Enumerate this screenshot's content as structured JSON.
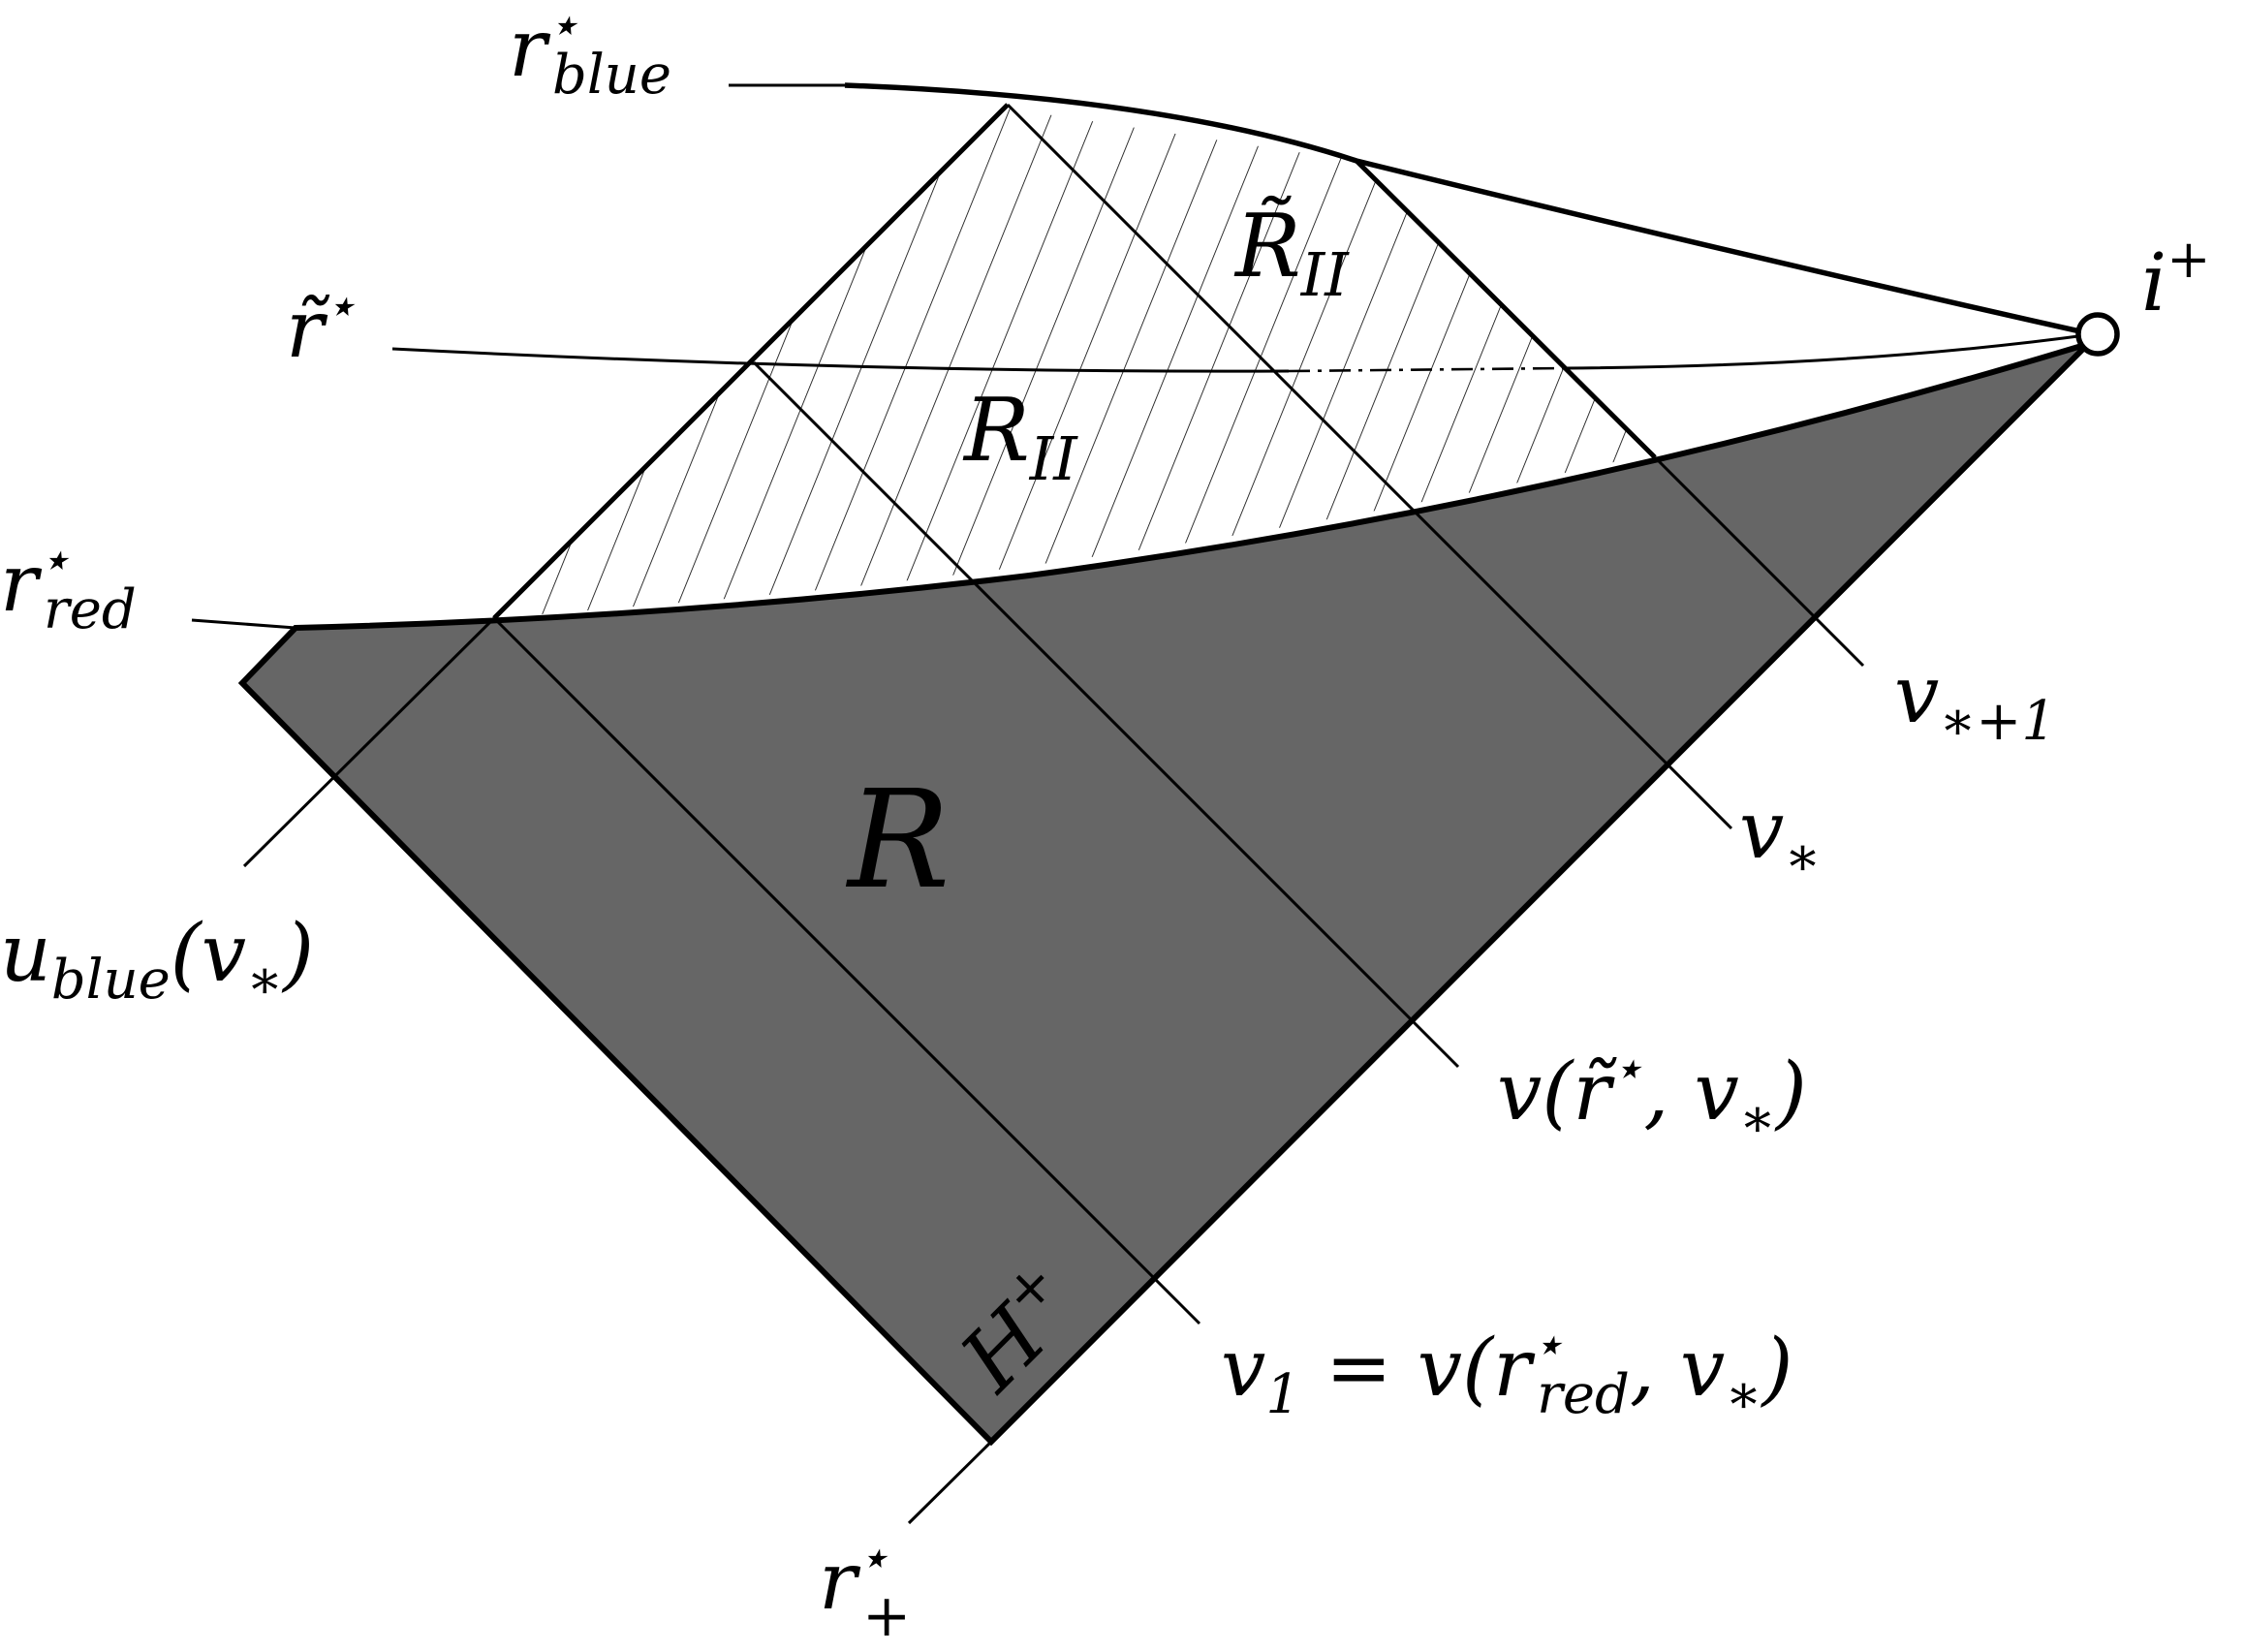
{
  "colors": {
    "shaded_region": "#666666",
    "stroke": "#000000",
    "background": "#ffffff"
  },
  "labels": {
    "r_blue": {
      "base": "r",
      "sup": "⋆",
      "sub": "blue"
    },
    "r_tilde": {
      "base": "r̃",
      "sup": "⋆"
    },
    "r_red": {
      "base": "r",
      "sup": "⋆",
      "sub": "red"
    },
    "r_plus": {
      "base": "r",
      "sup": "⋆",
      "sub": "+"
    },
    "i_plus": {
      "base": "i",
      "sup": "+"
    },
    "u_blue": {
      "base": "u",
      "sub": "blue",
      "tail": "(v",
      "tail_sub": "∗",
      "close": ")"
    },
    "v_star_plus_1": {
      "base": "v",
      "sub": "∗+1"
    },
    "v_star": {
      "base": "v",
      "sub": "∗"
    },
    "v_rtilde": {
      "text": "v(r̃",
      "sup": "⋆",
      "tail": ", v",
      "tail_sub": "∗",
      "close": ")"
    },
    "v_1": {
      "base": "v",
      "sub": "1",
      "mid": " = v(r",
      "mid_sup": "⋆",
      "mid_sub": "red",
      "tail": ", v",
      "tail_sub": "∗",
      "close": ")"
    },
    "region_R": "R",
    "region_R_II": {
      "base": "R",
      "sub": "II"
    },
    "region_R_tilde_II": {
      "base": "R̃",
      "sub": "II"
    },
    "horizon": {
      "base": "H",
      "sup": "+"
    }
  }
}
